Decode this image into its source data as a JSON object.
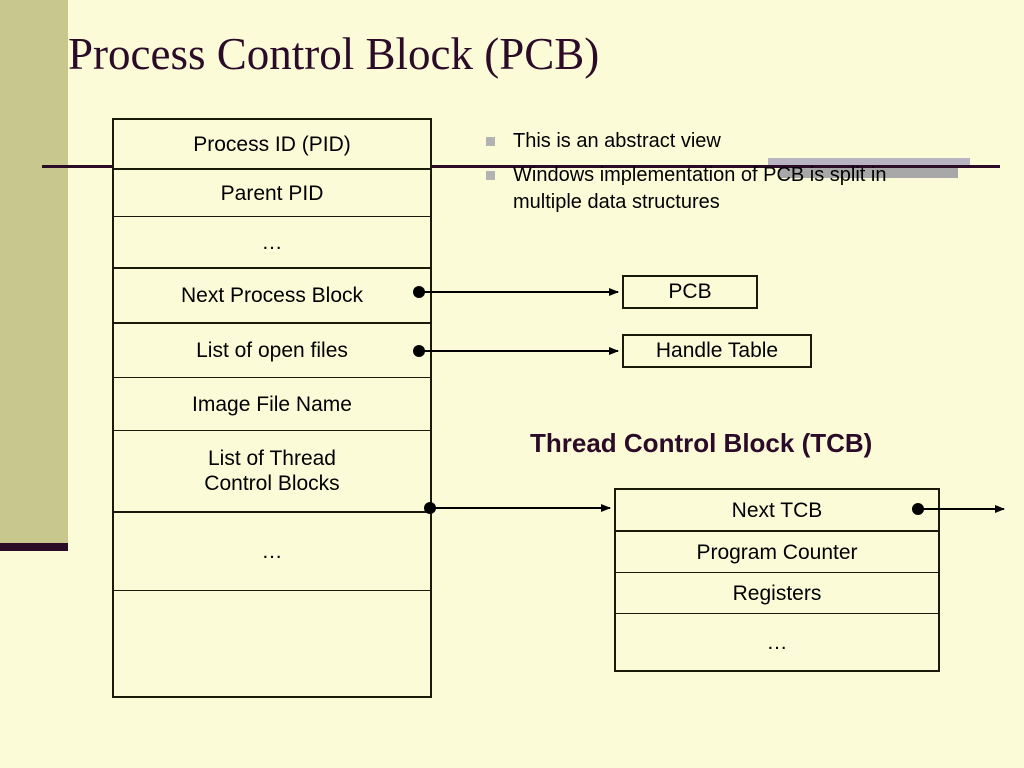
{
  "slide": {
    "title": "Process Control Block (PCB)",
    "background_color": "#fbfbd8",
    "accent_color": "#2b0b28",
    "band_color": "#c8c88e"
  },
  "bullets": [
    {
      "text": "This is an abstract view"
    },
    {
      "text": "Windows implementation of PCB is split in multiple data structures"
    }
  ],
  "pcb_table": {
    "rows": [
      {
        "label": "Process ID (PID)"
      },
      {
        "label": "Parent PID"
      },
      {
        "label": "…"
      },
      {
        "label": "Next Process Block"
      },
      {
        "label": "List of open files"
      },
      {
        "label": "Image File Name"
      },
      {
        "label": "List of Thread\nControl Blocks"
      },
      {
        "label": "…"
      },
      {
        "label": ""
      }
    ]
  },
  "pointer_boxes": {
    "pcb": "PCB",
    "handle_table": "Handle Table"
  },
  "tcb": {
    "heading": "Thread Control Block (TCB)",
    "rows": [
      {
        "label": "Next TCB"
      },
      {
        "label": "Program Counter"
      },
      {
        "label": "Registers"
      },
      {
        "label": "…"
      }
    ]
  }
}
